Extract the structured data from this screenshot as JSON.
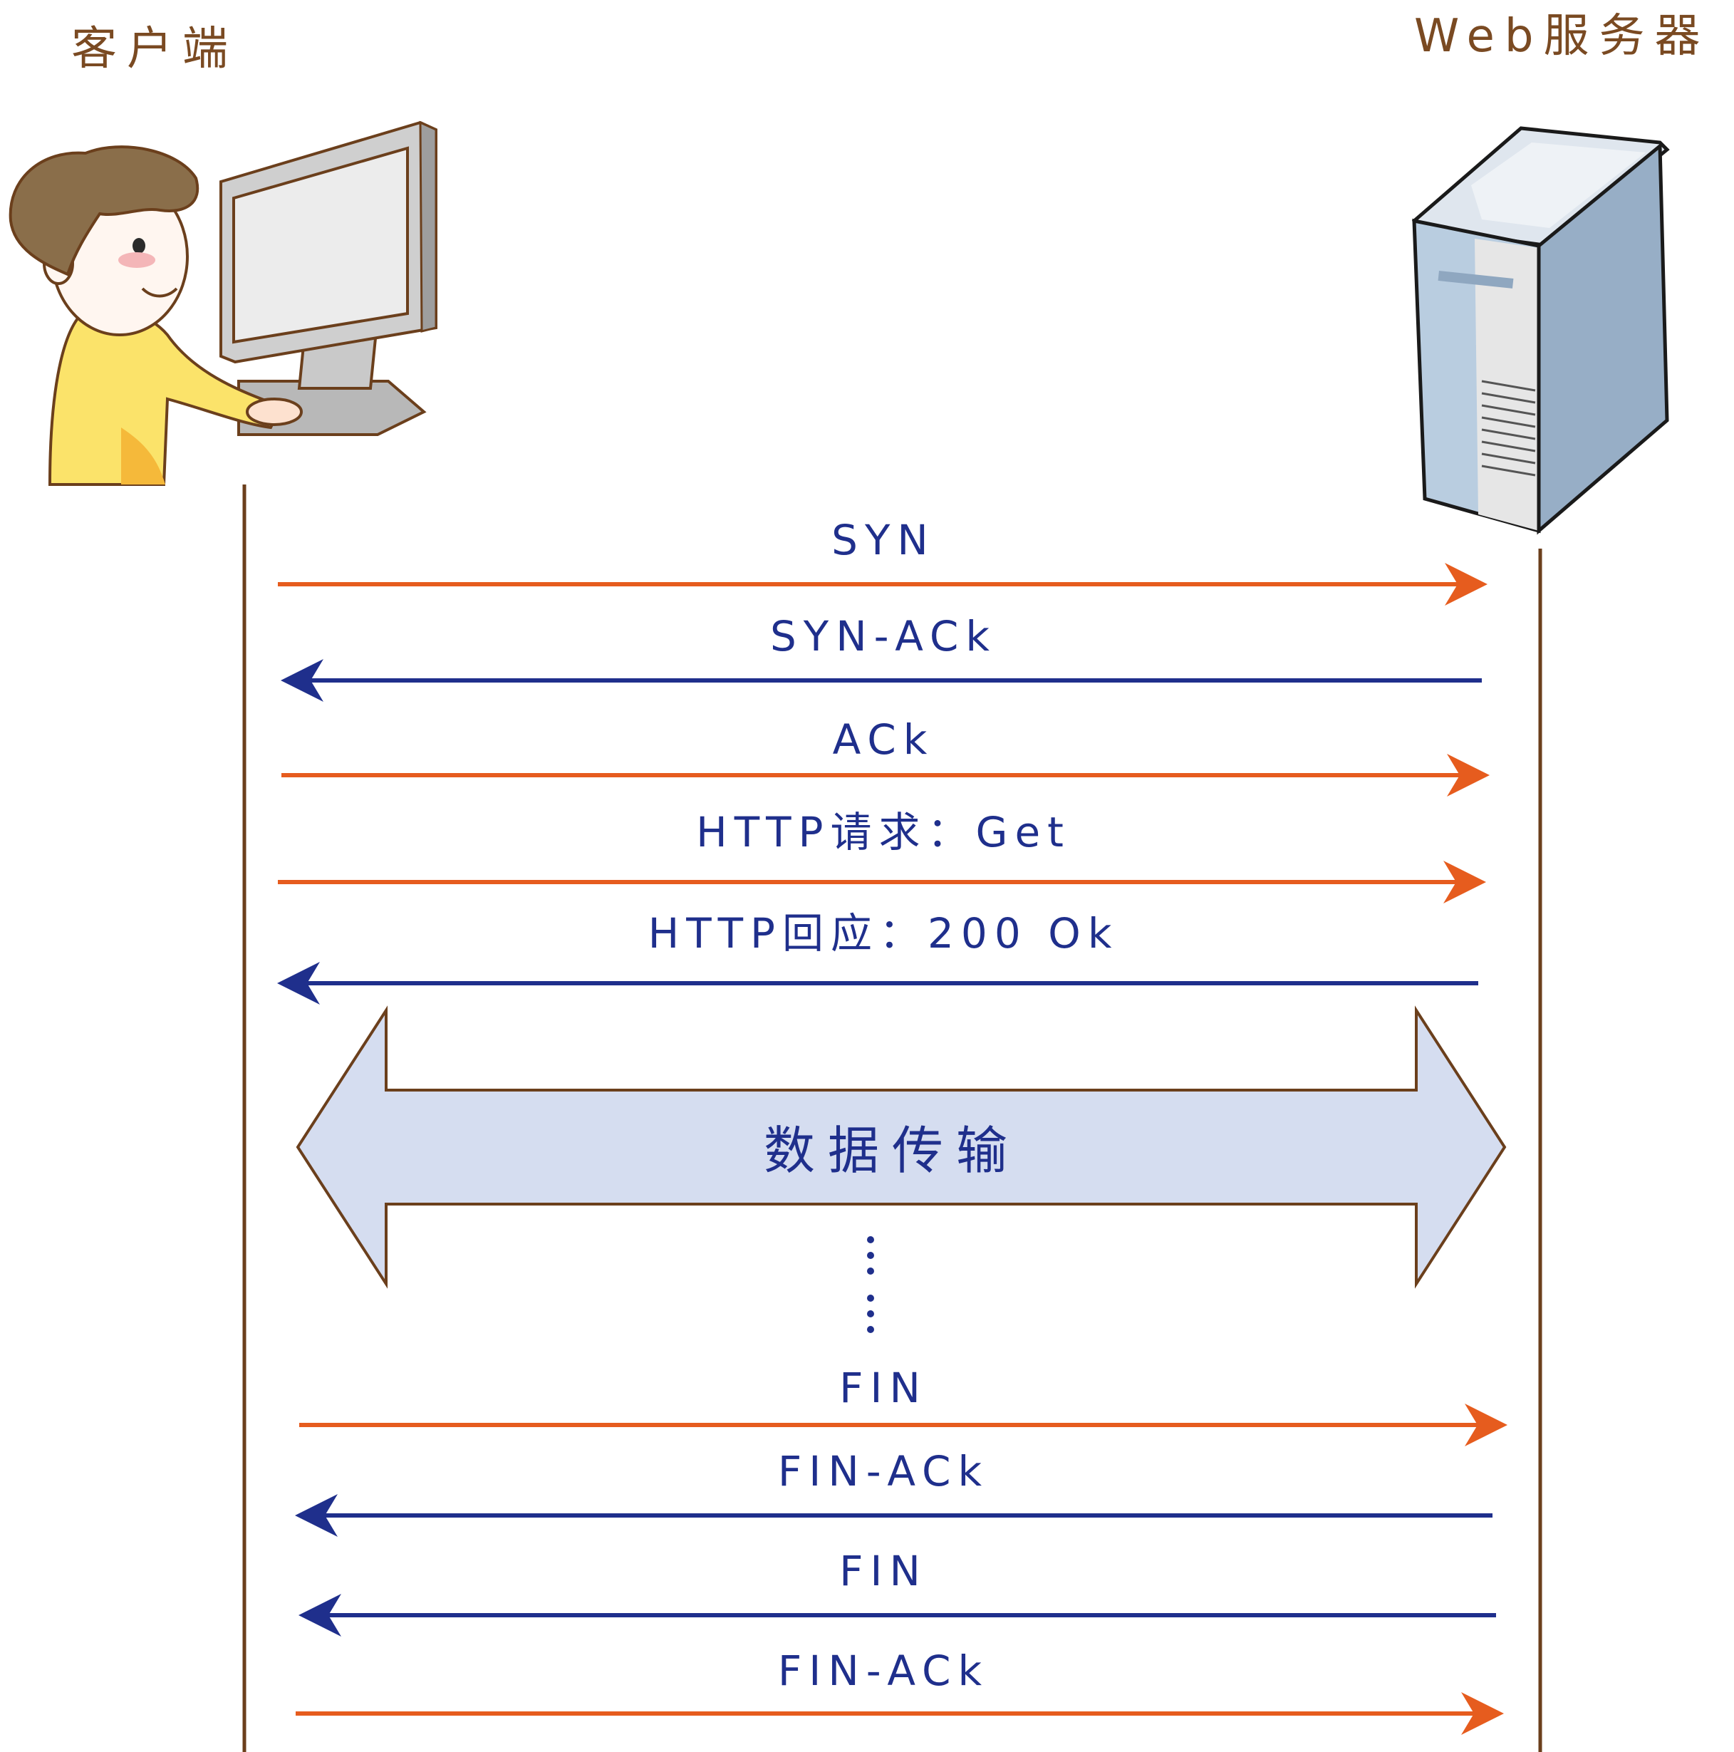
{
  "participants": {
    "client": {
      "label": "客户端"
    },
    "server": {
      "label": "Web服务器"
    }
  },
  "messages": [
    {
      "label": "SYN",
      "direction": "to-server"
    },
    {
      "label": "SYN-ACk",
      "direction": "to-client"
    },
    {
      "label": "ACk",
      "direction": "to-server"
    },
    {
      "label": "HTTP请求：Get",
      "direction": "to-server"
    },
    {
      "label": "HTTP回应：200 Ok",
      "direction": "to-client"
    },
    {
      "label": "FIN",
      "direction": "to-server"
    },
    {
      "label": "FIN-ACk",
      "direction": "to-client"
    },
    {
      "label": "FIN",
      "direction": "to-client"
    },
    {
      "label": "FIN-ACk",
      "direction": "to-server"
    }
  ],
  "transfer": {
    "label": "数据传输"
  },
  "colors": {
    "to_server": "#e65c1e",
    "to_client": "#1f2f8c",
    "lifeline": "#6b3f1c",
    "title_text": "#7a4a22",
    "message_text": "#1f2f8c",
    "transfer_fill": "#d5ddf0",
    "transfer_stroke": "#6b3f1c"
  },
  "icons": {
    "client": "person-at-computer-icon",
    "server": "server-tower-icon"
  }
}
